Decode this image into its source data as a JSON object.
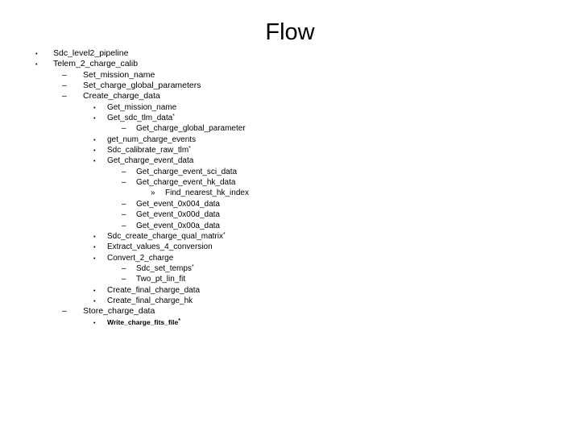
{
  "slide": {
    "title": "Flow",
    "background_color": "#ffffff",
    "text_color": "#000000"
  },
  "outline": {
    "items": [
      {
        "level": 1,
        "marker": "•",
        "text": "Sdc_level2_pipeline"
      },
      {
        "level": 1,
        "marker": "•",
        "text": "Telem_2_charge_calib"
      },
      {
        "level": 2,
        "marker": "–",
        "text": "Set_mission_name"
      },
      {
        "level": 2,
        "marker": "–",
        "text": "Set_charge_global_parameters"
      },
      {
        "level": 2,
        "marker": "–",
        "text": "Create_charge_data"
      },
      {
        "level": 3,
        "marker": "•",
        "text": "Get_mission_name"
      },
      {
        "level": 3,
        "marker": "•",
        "text": "Get_sdc_tlm_data",
        "sup": "*"
      },
      {
        "level": 4,
        "marker": "–",
        "text": "Get_charge_global_parameter"
      },
      {
        "level": 3,
        "marker": "•",
        "text": "get_num_charge_events"
      },
      {
        "level": 3,
        "marker": "•",
        "text": "Sdc_calibrate_raw_tlm",
        "sup": "*"
      },
      {
        "level": 3,
        "marker": "•",
        "text": "Get_charge_event_data"
      },
      {
        "level": 4,
        "marker": "–",
        "text": "Get_charge_event_sci_data"
      },
      {
        "level": 4,
        "marker": "–",
        "text": "Get_charge_event_hk_data"
      },
      {
        "level": 5,
        "marker": "»",
        "text": "Find_nearest_hk_index"
      },
      {
        "level": 4,
        "marker": "–",
        "text": "Get_event_0x004_data"
      },
      {
        "level": 4,
        "marker": "–",
        "text": "Get_event_0x00d_data"
      },
      {
        "level": 4,
        "marker": "–",
        "text": "Get_event_0x00a_data"
      },
      {
        "level": 3,
        "marker": "•",
        "text": "Sdc_create_charge_qual_matrix",
        "sup": "*"
      },
      {
        "level": 3,
        "marker": "•",
        "text": "Extract_values_4_conversion"
      },
      {
        "level": 3,
        "marker": "•",
        "text": "Convert_2_charge"
      },
      {
        "level": 4,
        "marker": "–",
        "text": "Sdc_set_temps",
        "sup": "*"
      },
      {
        "level": 4,
        "marker": "–",
        "text": "Two_pt_lin_fit"
      },
      {
        "level": 3,
        "marker": "•",
        "text": "Create_final_charge_data"
      },
      {
        "level": 3,
        "marker": "•",
        "text": "Create_final_charge_hk"
      },
      {
        "level": 2,
        "marker": "–",
        "text": "Store_charge_data"
      },
      {
        "level": 3,
        "marker": "•",
        "text": "Write_charge_fits_file",
        "sup": "*",
        "bold": true
      }
    ]
  }
}
